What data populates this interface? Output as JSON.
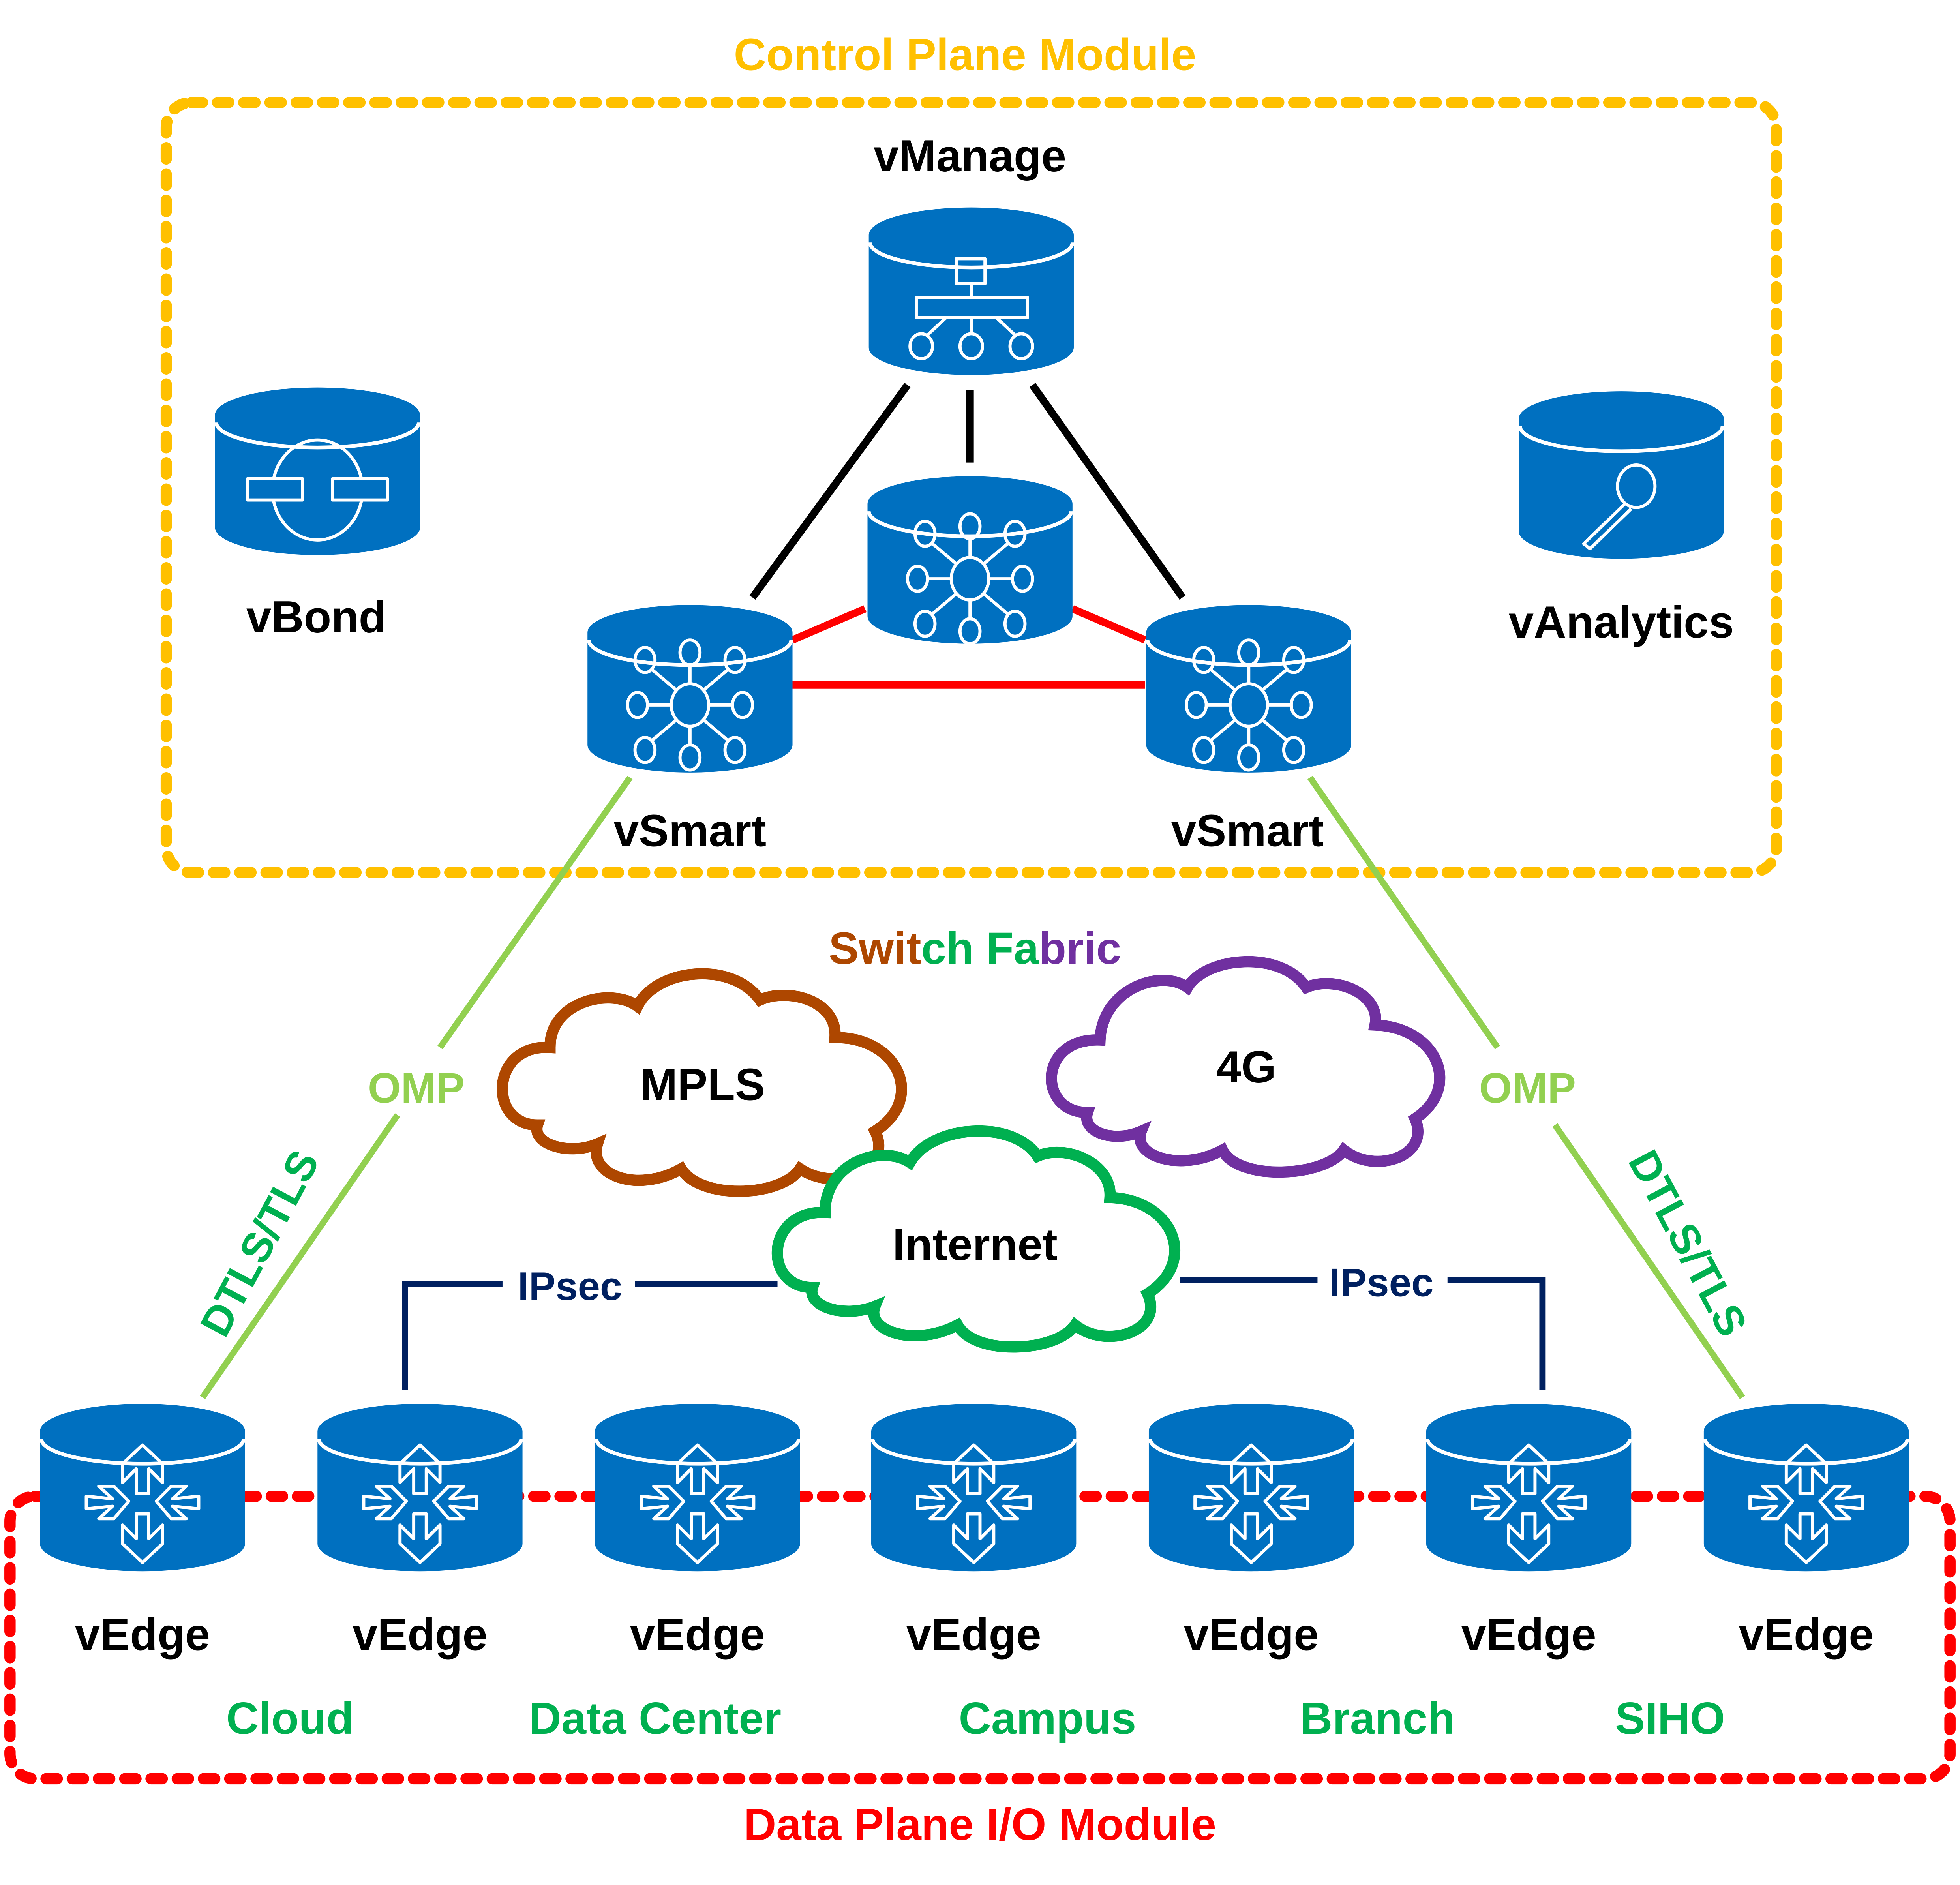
{
  "modules": {
    "control_plane": {
      "title": "Control Plane Module",
      "color": "#FFC000"
    },
    "data_plane": {
      "title": "Data Plane I/O Module",
      "color": "#FF0000"
    }
  },
  "control_nodes": {
    "vmanage": {
      "label": "vManage",
      "icon": "hierarchy-icon"
    },
    "vbond": {
      "label": "vBond",
      "icon": "orchestrator-icon"
    },
    "vanalytics": {
      "label": "vAnalytics",
      "icon": "magnifier-icon"
    },
    "vsmart_left": {
      "label": "vSmart",
      "icon": "hub-icon"
    },
    "vsmart_right": {
      "label": "vSmart",
      "icon": "hub-icon"
    },
    "vsmart_center": {
      "label": "",
      "icon": "hub-icon"
    }
  },
  "switch_fabric": {
    "parts": [
      {
        "text": "Swit",
        "color": "#AE4700"
      },
      {
        "text": "ch Fa",
        "color": "#00B050"
      },
      {
        "text": "bric",
        "color": "#7030A0"
      }
    ]
  },
  "clouds": {
    "mpls": {
      "label": "MPLS",
      "color": "#AE4700"
    },
    "lte": {
      "label": "4G",
      "color": "#7030A0"
    },
    "internet": {
      "label": "Internet",
      "color": "#00B050"
    }
  },
  "links": {
    "omp_left": "OMP",
    "omp_right": "OMP",
    "tls_left": "DTLS/TLS",
    "tls_right": "DTLS/TLS",
    "ipsec_left": "IPsec",
    "ipsec_right": "IPsec",
    "colors": {
      "management": "#000000",
      "controller_mesh": "#FF0000",
      "omp": "#92D050",
      "ipsec": "#002060"
    }
  },
  "edges": [
    {
      "label": "vEdge"
    },
    {
      "label": "vEdge"
    },
    {
      "label": "vEdge"
    },
    {
      "label": "vEdge"
    },
    {
      "label": "vEdge"
    },
    {
      "label": "vEdge"
    },
    {
      "label": "vEdge"
    }
  ],
  "sites": [
    "Cloud",
    "Data Center",
    "Campus",
    "Branch",
    "SIHO"
  ],
  "device_color": "#0070C0"
}
